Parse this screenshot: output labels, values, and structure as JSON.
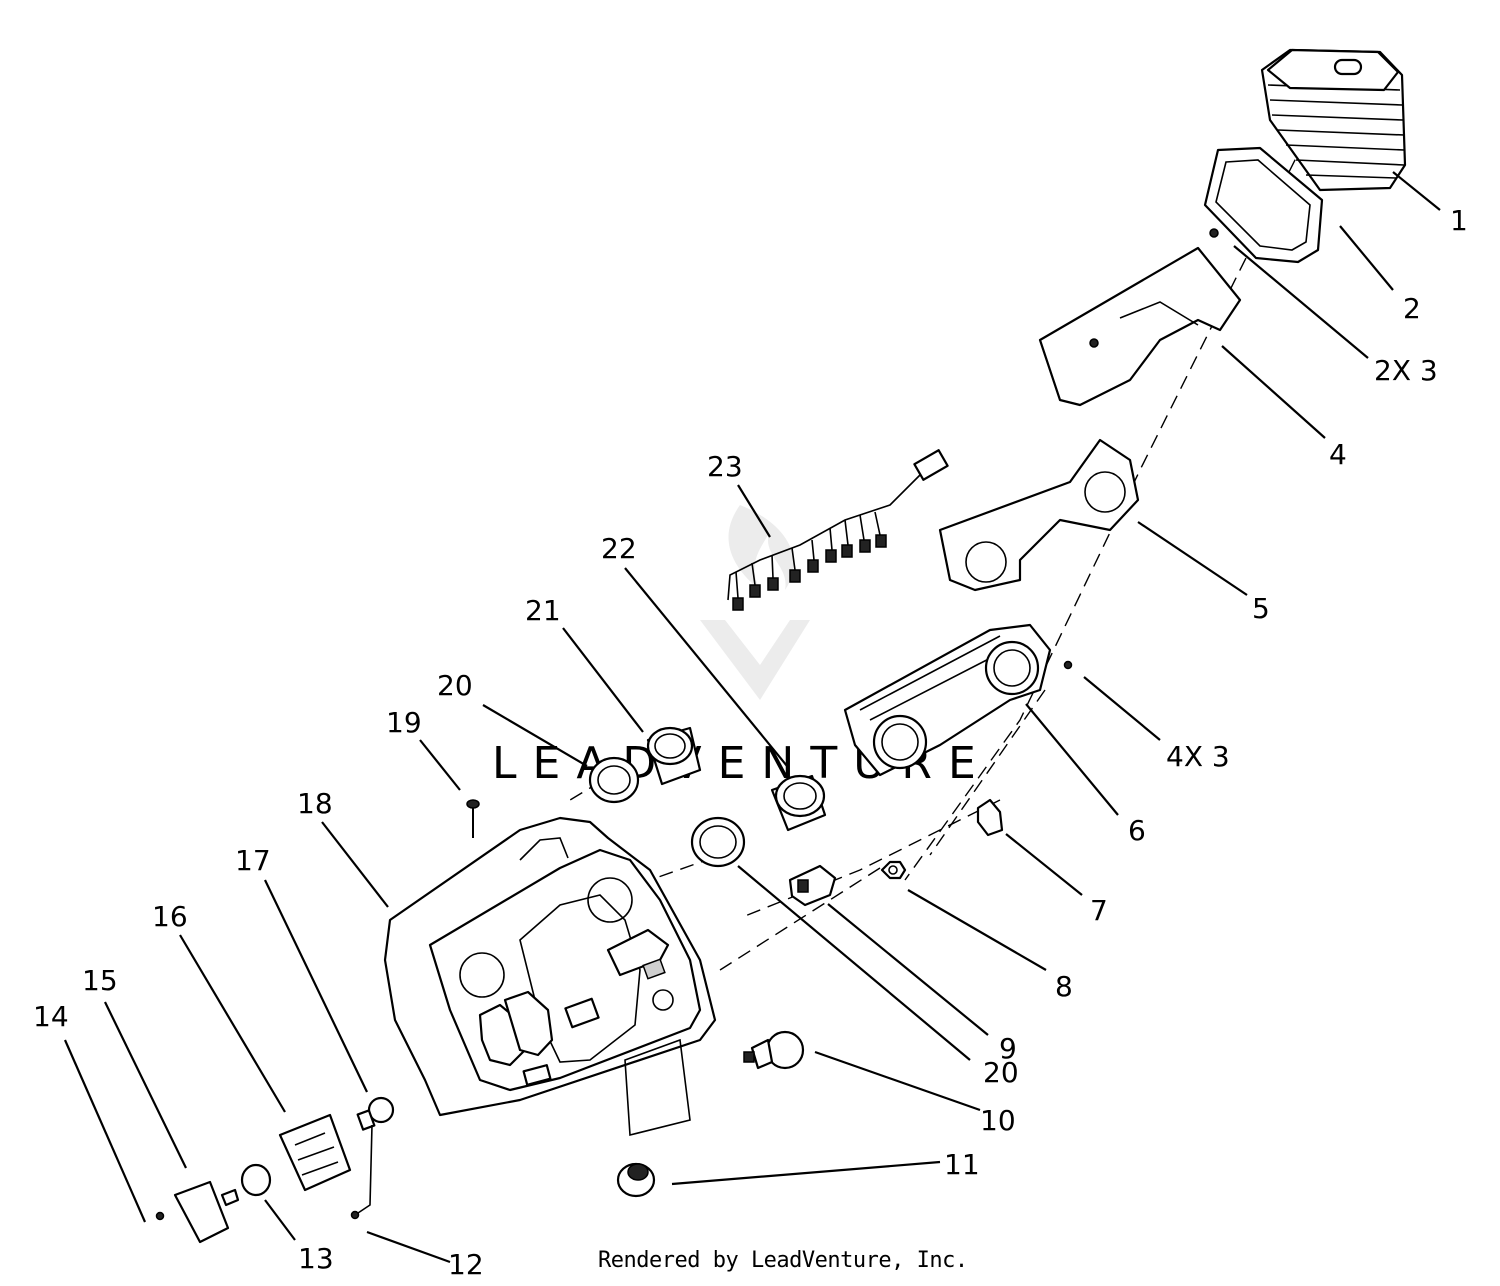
{
  "callouts": {
    "c1": "1",
    "c2": "2",
    "c2x3": "2X 3",
    "c4": "4",
    "c5": "5",
    "c4x3": "4X 3",
    "c6": "6",
    "c7": "7",
    "c8": "8",
    "c9": "9",
    "c20b": "20",
    "c10": "10",
    "c11": "11",
    "c12": "12",
    "c13": "13",
    "c14": "14",
    "c15": "15",
    "c16": "16",
    "c17": "17",
    "c18": "18",
    "c19": "19",
    "c20a": "20",
    "c21": "21",
    "c22": "22",
    "c23": "23"
  },
  "watermark": "LEADVENTURE",
  "footer": "Rendered by LeadVenture, Inc."
}
